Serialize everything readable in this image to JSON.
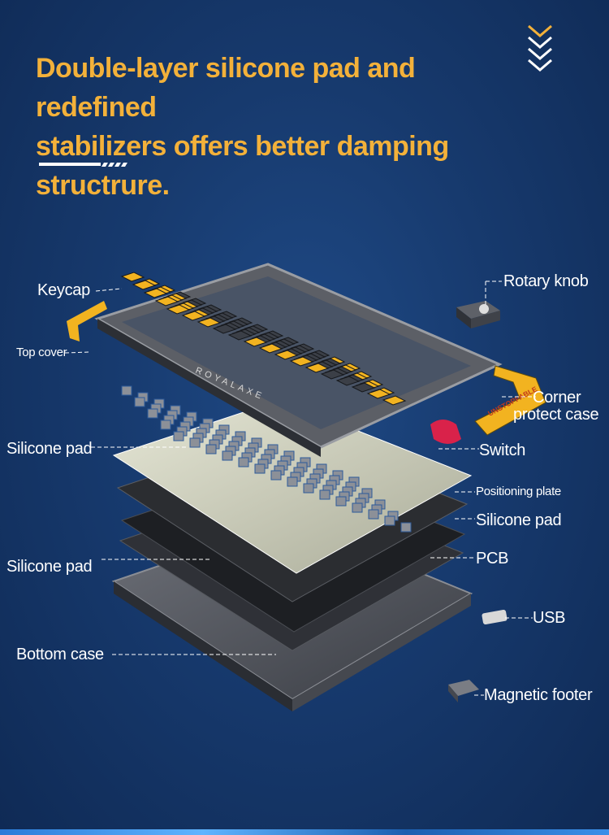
{
  "headline": {
    "line1": "Double-layer silicone pad and redefined",
    "line2": "stabilizers offers better damping structrure."
  },
  "callouts": {
    "keycap": "Keycap",
    "top_cover": "Top cover",
    "silicone_pad_left_1": "Silicone pad",
    "silicone_pad_left_2": "Silicone pad",
    "bottom_case": "Bottom case",
    "rotary_knob": "Rotary knob",
    "corner_line1": "Corner",
    "corner_line2": "protect case",
    "switch": "Switch",
    "positioning_plate": "Positioning plate",
    "silicone_pad_right": "Silicone pad",
    "pcb": "PCB",
    "usb": "USB",
    "magnetic_footer": "Magnetic footer"
  },
  "product_marks": {
    "brand": "ROYALAXE",
    "corner_tag": "UNSTOPPABLE"
  },
  "colors": {
    "accent": "#f3b13a",
    "keycap_yellow": "#f2b320",
    "keycap_grey": "#3b3f47",
    "background": "#173a6e"
  },
  "icons": [
    "chevron-down-icon"
  ]
}
